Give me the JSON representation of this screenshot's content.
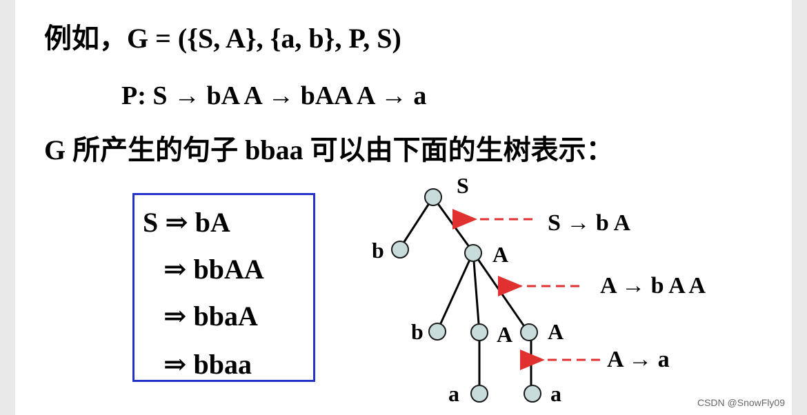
{
  "text": {
    "line1": "例如，G = ({S, A}, {a, b}, P, S)",
    "line2": "P: S → bA   A → bAA       A → a",
    "line3": "G 所产生的句子 bbaa 可以由下面的生树表示："
  },
  "derivation": [
    "S ⇒ bA",
    "⇒ bbAA",
    "⇒ bbaA",
    "⇒ bbaa"
  ],
  "tree": {
    "nodes": [
      {
        "id": "S",
        "label": "S"
      },
      {
        "id": "b1",
        "label": "b"
      },
      {
        "id": "A1",
        "label": "A"
      },
      {
        "id": "b2",
        "label": "b"
      },
      {
        "id": "A2",
        "label": "A"
      },
      {
        "id": "A3",
        "label": "A"
      },
      {
        "id": "a1",
        "label": "a"
      },
      {
        "id": "a2",
        "label": "a"
      }
    ],
    "edges": [
      [
        "S",
        "b1"
      ],
      [
        "S",
        "A1"
      ],
      [
        "A1",
        "b2"
      ],
      [
        "A1",
        "A2"
      ],
      [
        "A1",
        "A3"
      ],
      [
        "A2",
        "a1"
      ],
      [
        "A3",
        "a2"
      ]
    ],
    "rules": [
      "S → b A",
      "A → b A A",
      "A → a"
    ]
  },
  "watermark": "CSDN @SnowFly09",
  "colors": {
    "box_border": "#2333c8",
    "node_fill": "#c9dcdc",
    "arrow": "#e03030"
  }
}
